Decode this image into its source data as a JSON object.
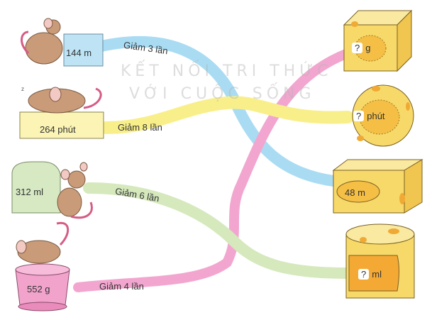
{
  "watermark": {
    "line1": "KẾT NỐI TRI THỨC",
    "line2": "VỚI CUỘC SỐNG"
  },
  "mice": [
    {
      "value": "144 m",
      "color": "#bde3f5"
    },
    {
      "value": "264 phút",
      "color": "#fbf4b4"
    },
    {
      "value": "312 ml",
      "color": "#d6e9c3"
    },
    {
      "value": "552 g",
      "color": "#f1a3cc"
    }
  ],
  "paths": [
    {
      "label": "Giảm 3 lần",
      "color": "#a9dcf3"
    },
    {
      "label": "Giảm 8 lần",
      "color": "#f9ef8a"
    },
    {
      "label": "Giảm 6 lần",
      "color": "#d5e9bd"
    },
    {
      "label": "Giảm 4 lần",
      "color": "#f2a6cf"
    }
  ],
  "cheeses": [
    {
      "q": "?",
      "unit": "g"
    },
    {
      "q": "?",
      "unit": "phút"
    },
    {
      "value": "48 m"
    },
    {
      "q": "?",
      "unit": "ml"
    }
  ]
}
